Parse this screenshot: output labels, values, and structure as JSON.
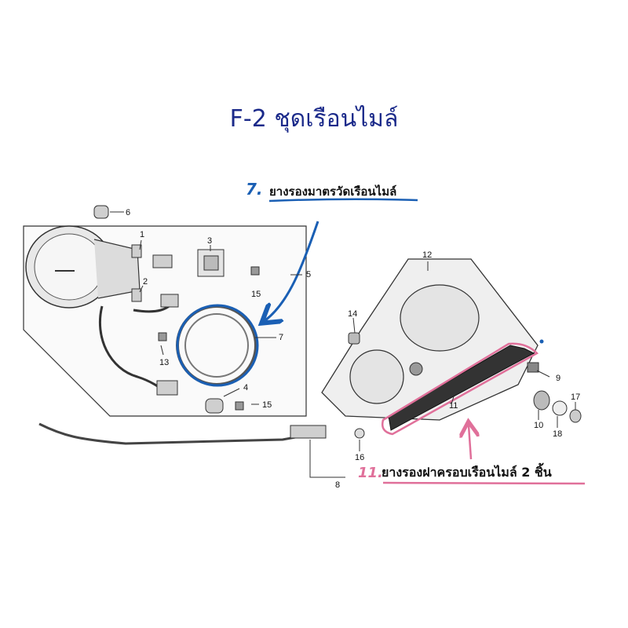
{
  "title": "F-2 ชุดเรือนไมล์",
  "annotations": {
    "item7": {
      "mark": "7.",
      "label": "ยางรองมาตรวัดเรือนไมล์",
      "color": "#1a5fb4"
    },
    "item11": {
      "mark": "11.",
      "label": "ยางรองฝาครอบเรือนไมล์ 2 ชิ้น",
      "color": "#e0709a"
    }
  },
  "part_numbers": [
    "1",
    "2",
    "3",
    "4",
    "5",
    "6",
    "7",
    "8",
    "9",
    "10",
    "11",
    "12",
    "13",
    "14",
    "15",
    "15",
    "16",
    "17",
    "18"
  ],
  "colors": {
    "title": "#1b2a8a",
    "line": "#333333",
    "panel": "#f2f2f2"
  }
}
